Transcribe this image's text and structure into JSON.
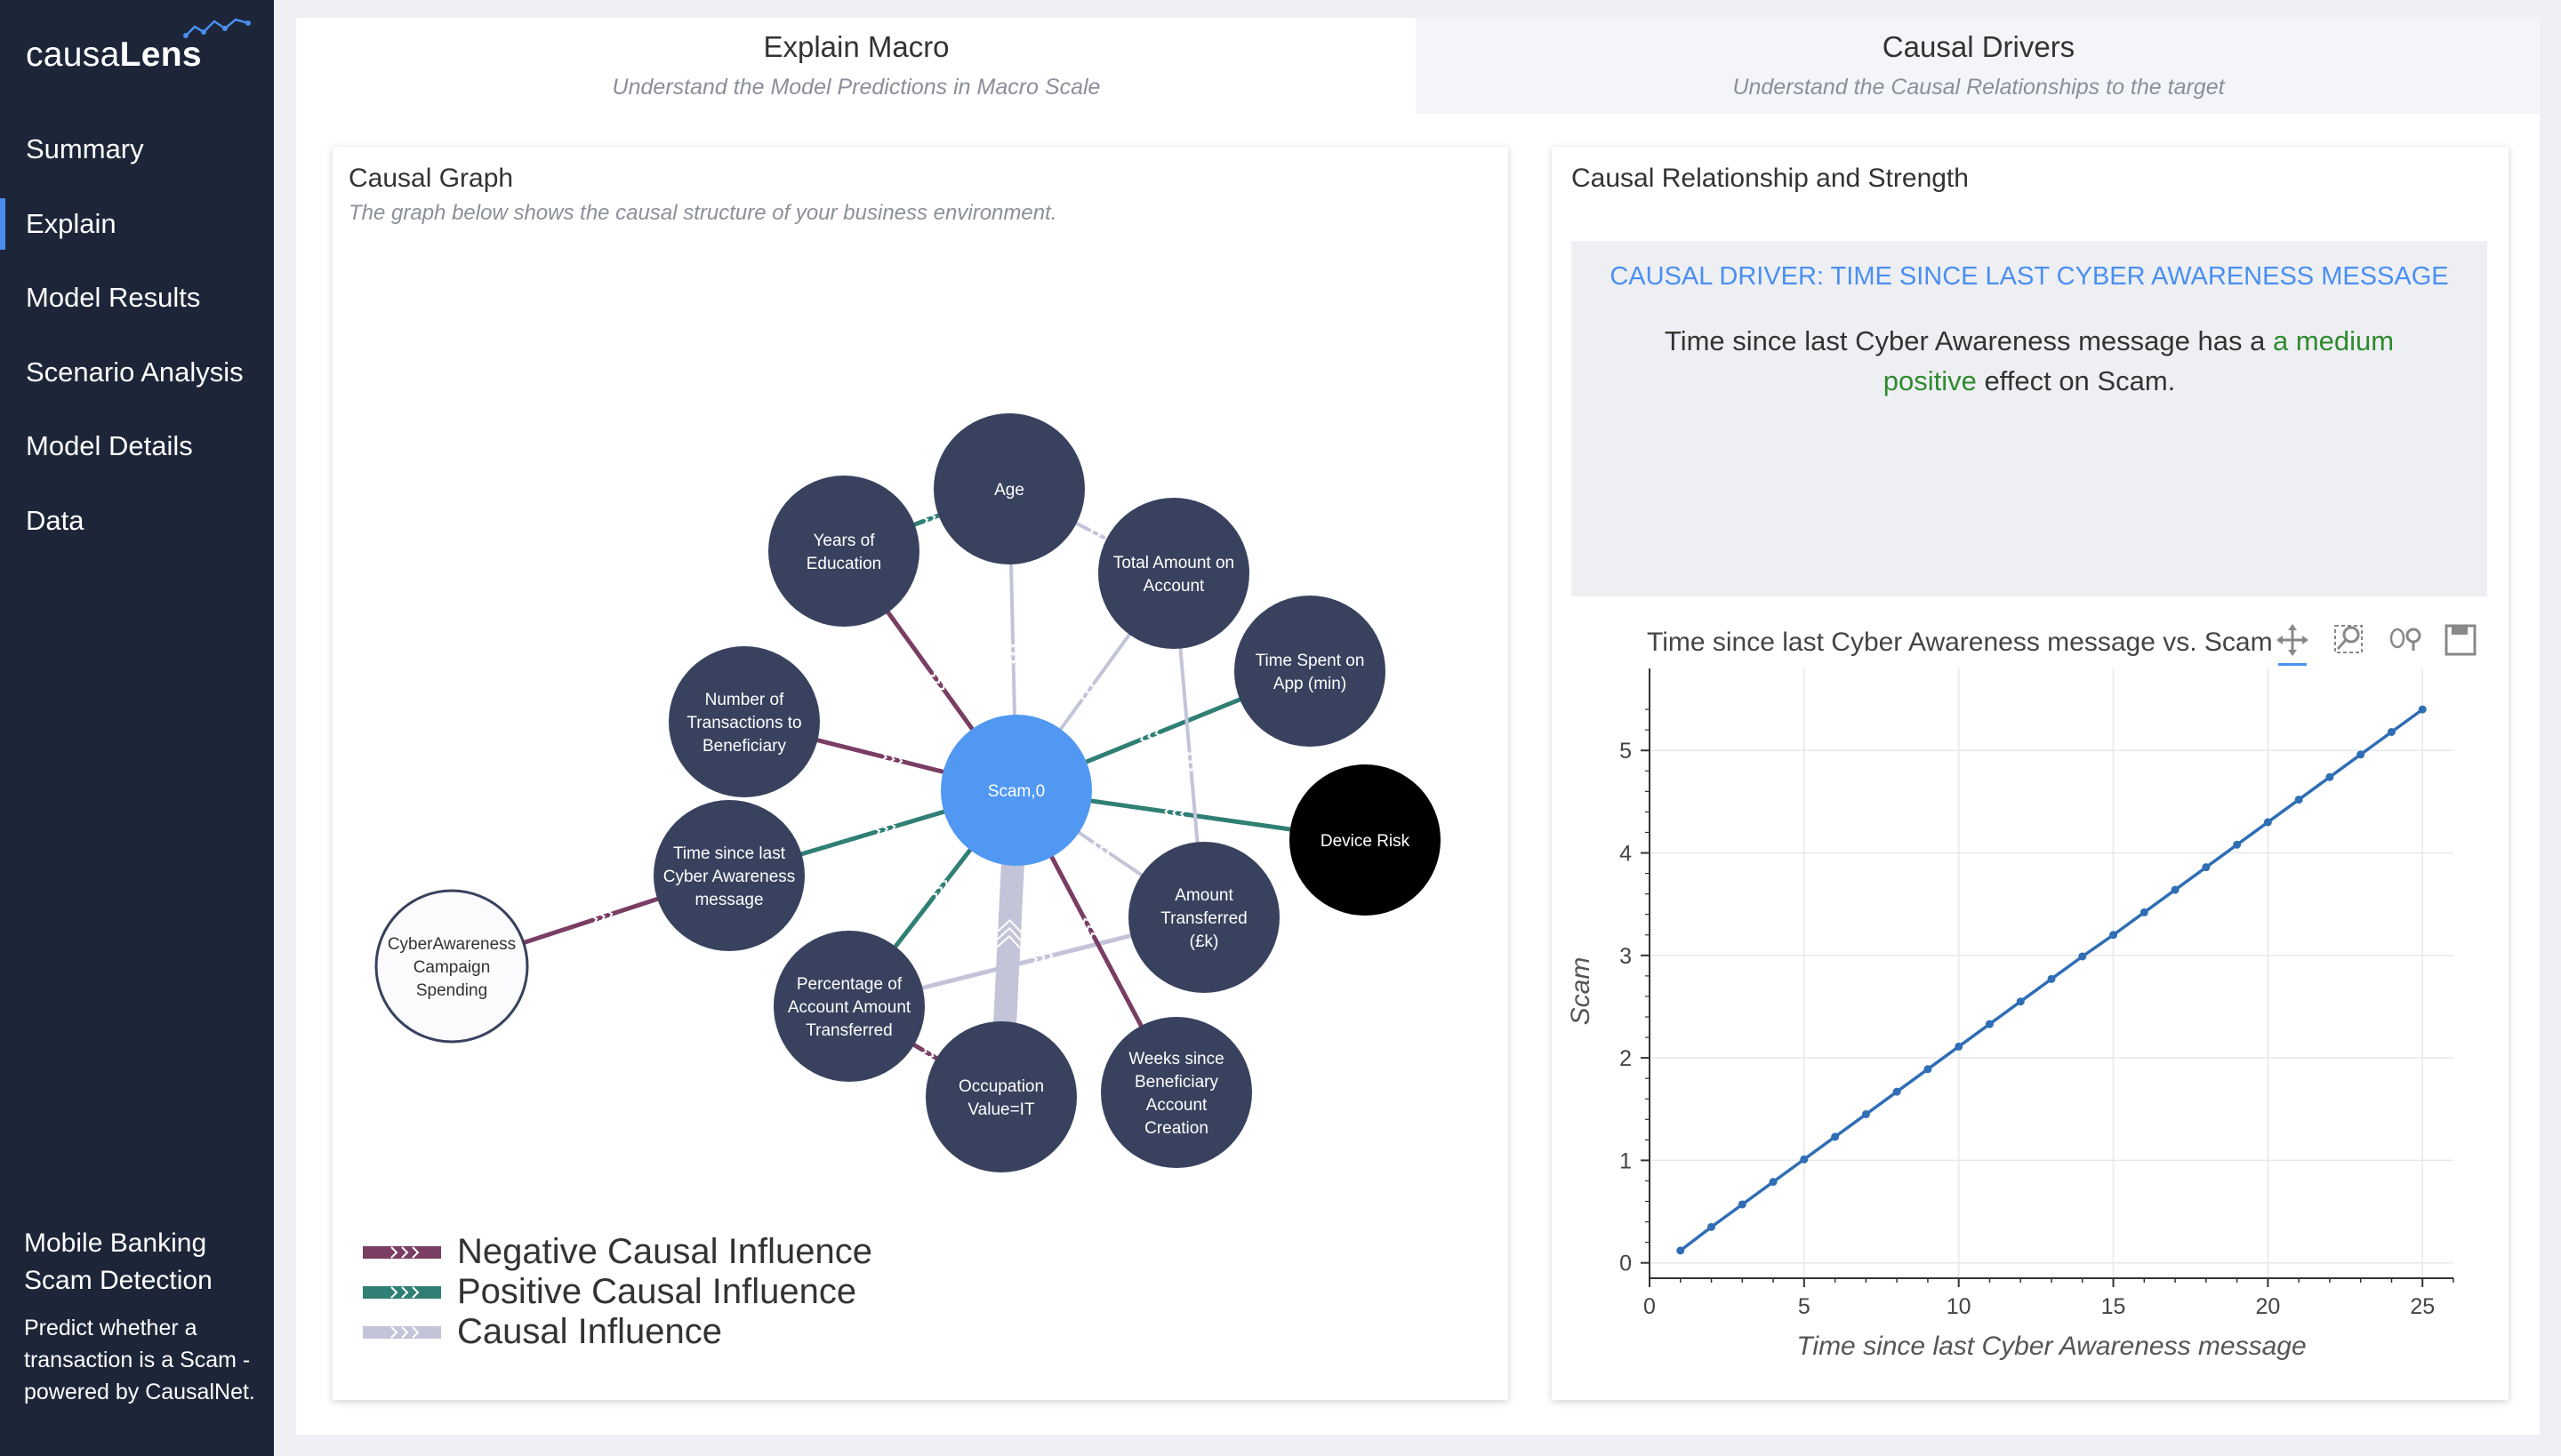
{
  "app": {
    "logo_light": "causa",
    "logo_bold": "Lens"
  },
  "sidebar": {
    "items": [
      {
        "label": "Summary"
      },
      {
        "label": "Explain"
      },
      {
        "label": "Model Results"
      },
      {
        "label": "Scenario Analysis"
      },
      {
        "label": "Model Details"
      },
      {
        "label": "Data"
      }
    ],
    "active": "Explain",
    "project_title": "Mobile Banking Scam Detection",
    "project_desc": "Predict whether a transaction is a Scam - powered by CausalNet."
  },
  "tabs": [
    {
      "title": "Explain Macro",
      "subtitle": "Understand the Model Predictions in Macro Scale"
    },
    {
      "title": "Causal Drivers",
      "subtitle": "Understand the Causal Relationships to the target"
    }
  ],
  "graph_card": {
    "title": "Causal Graph",
    "subtitle": "The graph below shows the causal structure of your business environment."
  },
  "graph": {
    "nodes": [
      {
        "id": "scam",
        "label": "Scam,0",
        "style": "target"
      },
      {
        "id": "age",
        "label": "Age",
        "style": "feature"
      },
      {
        "id": "edu",
        "label": "Years of Education",
        "style": "feature"
      },
      {
        "id": "total",
        "label": "Total Amount on Account",
        "style": "feature"
      },
      {
        "id": "time_app",
        "label": "Time Spent on App (min)",
        "style": "feature"
      },
      {
        "id": "ntrans",
        "label": "Number of Transactions to Beneficiary",
        "style": "feature"
      },
      {
        "id": "device",
        "label": "Device Risk",
        "style": "black"
      },
      {
        "id": "cyber",
        "label": "Time since last Cyber Awareness message",
        "style": "feature"
      },
      {
        "id": "amount",
        "label": "Amount Transferred (£k)",
        "style": "feature"
      },
      {
        "id": "campaign",
        "label": "CyberAwareness Campaign Spending",
        "style": "white"
      },
      {
        "id": "pct",
        "label": "Percentage of Account Amount Transferred",
        "style": "feature"
      },
      {
        "id": "occ",
        "label": "Occupation Value=IT",
        "style": "feature"
      },
      {
        "id": "weeks",
        "label": "Weeks since Beneficiary Account Creation",
        "style": "feature"
      }
    ],
    "edges": [
      {
        "from": "edu",
        "to": "scam",
        "type": "negative"
      },
      {
        "from": "ntrans",
        "to": "scam",
        "type": "negative"
      },
      {
        "from": "cyber",
        "to": "scam",
        "type": "positive"
      },
      {
        "from": "campaign",
        "to": "cyber",
        "type": "negative"
      },
      {
        "from": "time_app",
        "to": "scam",
        "type": "positive"
      },
      {
        "from": "device",
        "to": "scam",
        "type": "positive"
      },
      {
        "from": "pct",
        "to": "scam",
        "type": "positive"
      },
      {
        "from": "edu",
        "to": "age",
        "type": "positive"
      },
      {
        "from": "age",
        "to": "scam",
        "type": "neutral"
      },
      {
        "from": "total",
        "to": "scam",
        "type": "neutral"
      },
      {
        "from": "age",
        "to": "total",
        "type": "neutral"
      },
      {
        "from": "total",
        "to": "amount",
        "type": "neutral"
      },
      {
        "from": "amount",
        "to": "scam",
        "type": "neutral"
      },
      {
        "from": "pct",
        "to": "amount",
        "type": "neutral"
      },
      {
        "from": "occ",
        "to": "scam",
        "type": "neutral"
      },
      {
        "from": "occ",
        "to": "pct",
        "type": "neutral"
      },
      {
        "from": "weeks",
        "to": "scam",
        "type": "negative"
      },
      {
        "from": "pct",
        "to": "occ",
        "type": "negative"
      }
    ],
    "colors": {
      "negative": "#7a3d63",
      "positive": "#2f7f75",
      "neutral": "#c3c4d8",
      "node": "#38425e",
      "target": "#5098f2",
      "black": "#000000"
    }
  },
  "legend": [
    {
      "label": "Negative Causal Influence",
      "color": "#7a3d63"
    },
    {
      "label": "Positive Causal Influence",
      "color": "#2f7f75"
    },
    {
      "label": "Causal Influence",
      "color": "#c3c4d8"
    }
  ],
  "drivers_card": {
    "title": "Causal Relationship and Strength",
    "driver_heading": "CAUSAL DRIVER: TIME SINCE LAST CYBER AWARENESS MESSAGE",
    "driver_text_1": "Time since last Cyber Awareness message has a ",
    "driver_text_highlight": "a medium positive",
    "driver_text_2": " effect on Scam."
  },
  "toolbar": {
    "pan_icon": "pan-icon",
    "zoom_icon": "box-zoom-icon",
    "wheel_icon": "wheel-zoom-icon",
    "save_icon": "save-icon"
  },
  "chart_data": {
    "type": "line",
    "title": "Time since last Cyber Awareness message vs. Scam",
    "xlabel": "Time since last Cyber Awareness message",
    "ylabel": "Scam",
    "xlim": [
      0,
      26
    ],
    "ylim": [
      -0.15,
      5.8
    ],
    "xticks": [
      0,
      5,
      10,
      15,
      20,
      25
    ],
    "yticks": [
      0,
      1,
      2,
      3,
      4,
      5
    ],
    "x": [
      1,
      2,
      3,
      4,
      5,
      6,
      7,
      8,
      9,
      10,
      11,
      12,
      13,
      14,
      15,
      16,
      17,
      18,
      19,
      20,
      21,
      22,
      23,
      24,
      25
    ],
    "y": [
      0.12,
      0.35,
      0.57,
      0.79,
      1.01,
      1.23,
      1.45,
      1.67,
      1.89,
      2.11,
      2.33,
      2.55,
      2.77,
      2.99,
      3.2,
      3.42,
      3.64,
      3.86,
      4.08,
      4.3,
      4.52,
      4.74,
      4.96,
      5.18,
      5.4
    ],
    "color": "#2f6db5",
    "grid": true
  }
}
